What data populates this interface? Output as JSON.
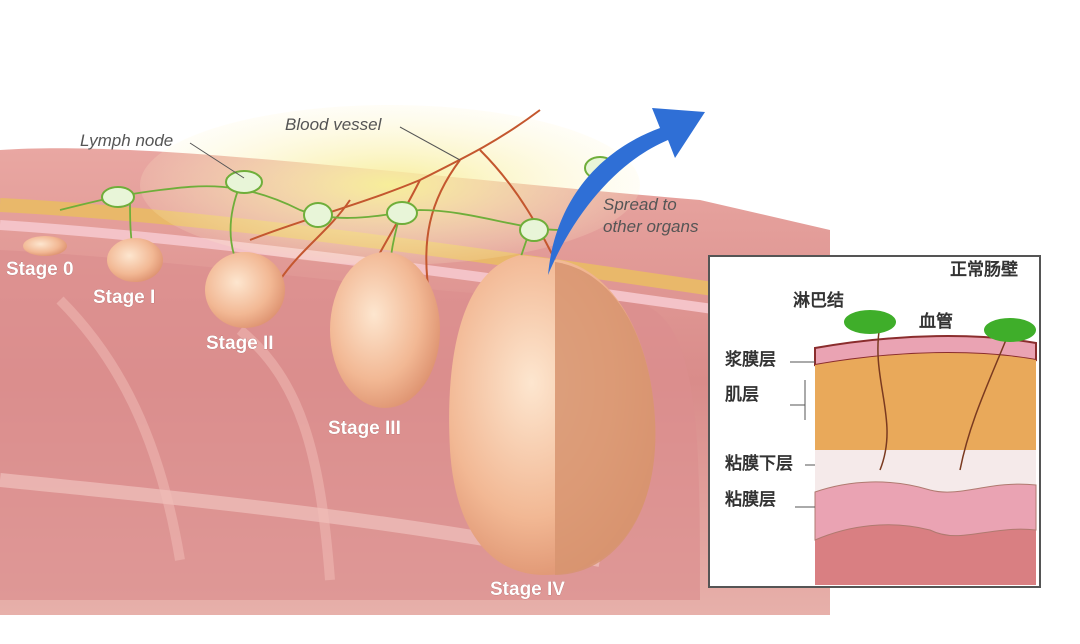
{
  "main_illustration": {
    "labels": {
      "lymph_node": "Lymph node",
      "blood_vessel": "Blood vessel",
      "spread_line1": "Spread to",
      "spread_line2": "other organs"
    },
    "stages": [
      "Stage 0",
      "Stage I",
      "Stage II",
      "Stage III",
      "Stage IV"
    ],
    "colors": {
      "mucosa": "#e6a3a0",
      "fat": "#f3e29a",
      "tumor": "#f2b894",
      "lymph_node": "#e8f5d8",
      "arrow": "#2f6fd6",
      "vessel": "#c4572f"
    }
  },
  "inset": {
    "title": "正常肠壁",
    "labels": {
      "lymph_node": "淋巴结",
      "blood_vessel": "血管",
      "serosa": "浆膜层",
      "muscle": "肌层",
      "submucosa": "粘膜下层",
      "mucosa": "粘膜层"
    },
    "colors": {
      "lymph_node": "#3fae2a",
      "muscle": "#e9a95a",
      "mucosa": "#eaa3b3"
    }
  }
}
